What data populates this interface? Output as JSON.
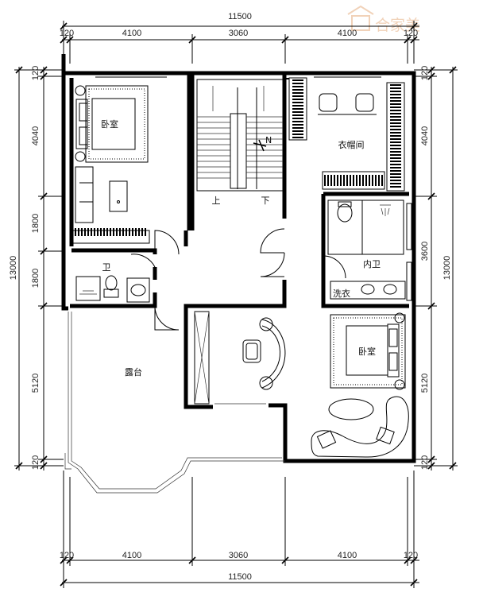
{
  "dimensions": {
    "top_total": "11500",
    "top_segments": [
      "120",
      "4100",
      "3060",
      "4100",
      "120"
    ],
    "bottom_segments": [
      "120",
      "4100",
      "3060",
      "4100",
      "120"
    ],
    "bottom_total": "11500",
    "left_segments": [
      "120",
      "4040",
      "1800",
      "1800",
      "5120",
      "120"
    ],
    "left_total": "13000",
    "right_segments": [
      "120",
      "4040",
      "3600",
      "5120",
      "120"
    ],
    "right_total": "13000"
  },
  "rooms": {
    "bedroom_1": "卧室",
    "bathroom_1": "卫",
    "terrace": "露台",
    "wardrobe": "衣帽间",
    "inner_bath": "内卫",
    "laundry": "洗衣",
    "bedroom_2": "卧室"
  },
  "stairs": {
    "up": "上",
    "down": "下",
    "north": "N"
  },
  "watermark": {
    "text": "合家美"
  },
  "colors": {
    "line": "#000000",
    "watermark": "#f1d2b9"
  }
}
